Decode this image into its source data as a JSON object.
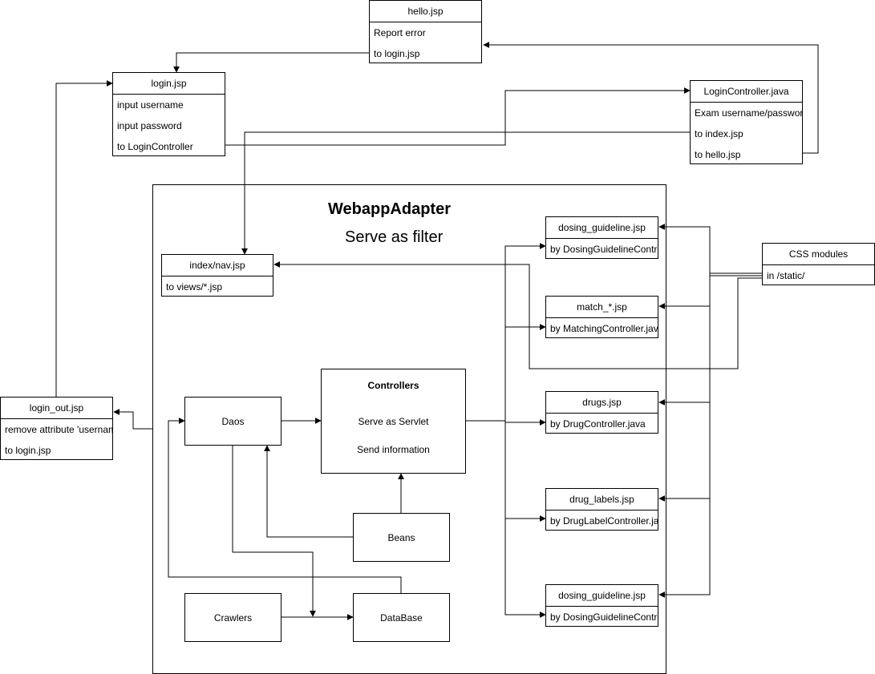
{
  "diagram": {
    "container": {
      "title": "WebappAdapter",
      "subtitle": "Serve as filter"
    },
    "hello": {
      "title": "hello.jsp",
      "rows": [
        "Report error",
        "to login.jsp"
      ]
    },
    "login": {
      "title": "login.jsp",
      "rows": [
        "input username",
        "input password",
        "to LoginController"
      ]
    },
    "login_controller": {
      "title": "LoginController.java",
      "rows": [
        "Exam username/password",
        "to index.jsp",
        "to hello.jsp"
      ]
    },
    "index_nav": {
      "title": "index/nav.jsp",
      "rows": [
        "to views/*.jsp"
      ]
    },
    "css_modules": {
      "title": "CSS modules",
      "rows": [
        "in /static/"
      ]
    },
    "login_out": {
      "title": "login_out.jsp",
      "rows": [
        "remove attribute 'username'",
        "to login.jsp"
      ]
    },
    "dosing_guideline_1": {
      "title": "dosing_guideline.jsp",
      "rows": [
        "by DosingGuidelineController.java"
      ]
    },
    "match": {
      "title": "match_*.jsp",
      "rows": [
        "by MatchingController.java"
      ]
    },
    "drugs": {
      "title": "drugs.jsp",
      "rows": [
        "by DrugController.java"
      ]
    },
    "drug_labels": {
      "title": "drug_labels.jsp",
      "rows": [
        "by DrugLabelController.java"
      ]
    },
    "dosing_guideline_2": {
      "title": "dosing_guideline.jsp",
      "rows": [
        "by DosingGuidelineController.java"
      ]
    },
    "controllers": {
      "title": "Controllers",
      "line1": "Serve as Servlet",
      "line2": "Send information"
    },
    "daos": {
      "label": "Daos"
    },
    "beans": {
      "label": "Beans"
    },
    "crawlers": {
      "label": "Crawlers"
    },
    "database": {
      "label": "DataBase"
    }
  }
}
